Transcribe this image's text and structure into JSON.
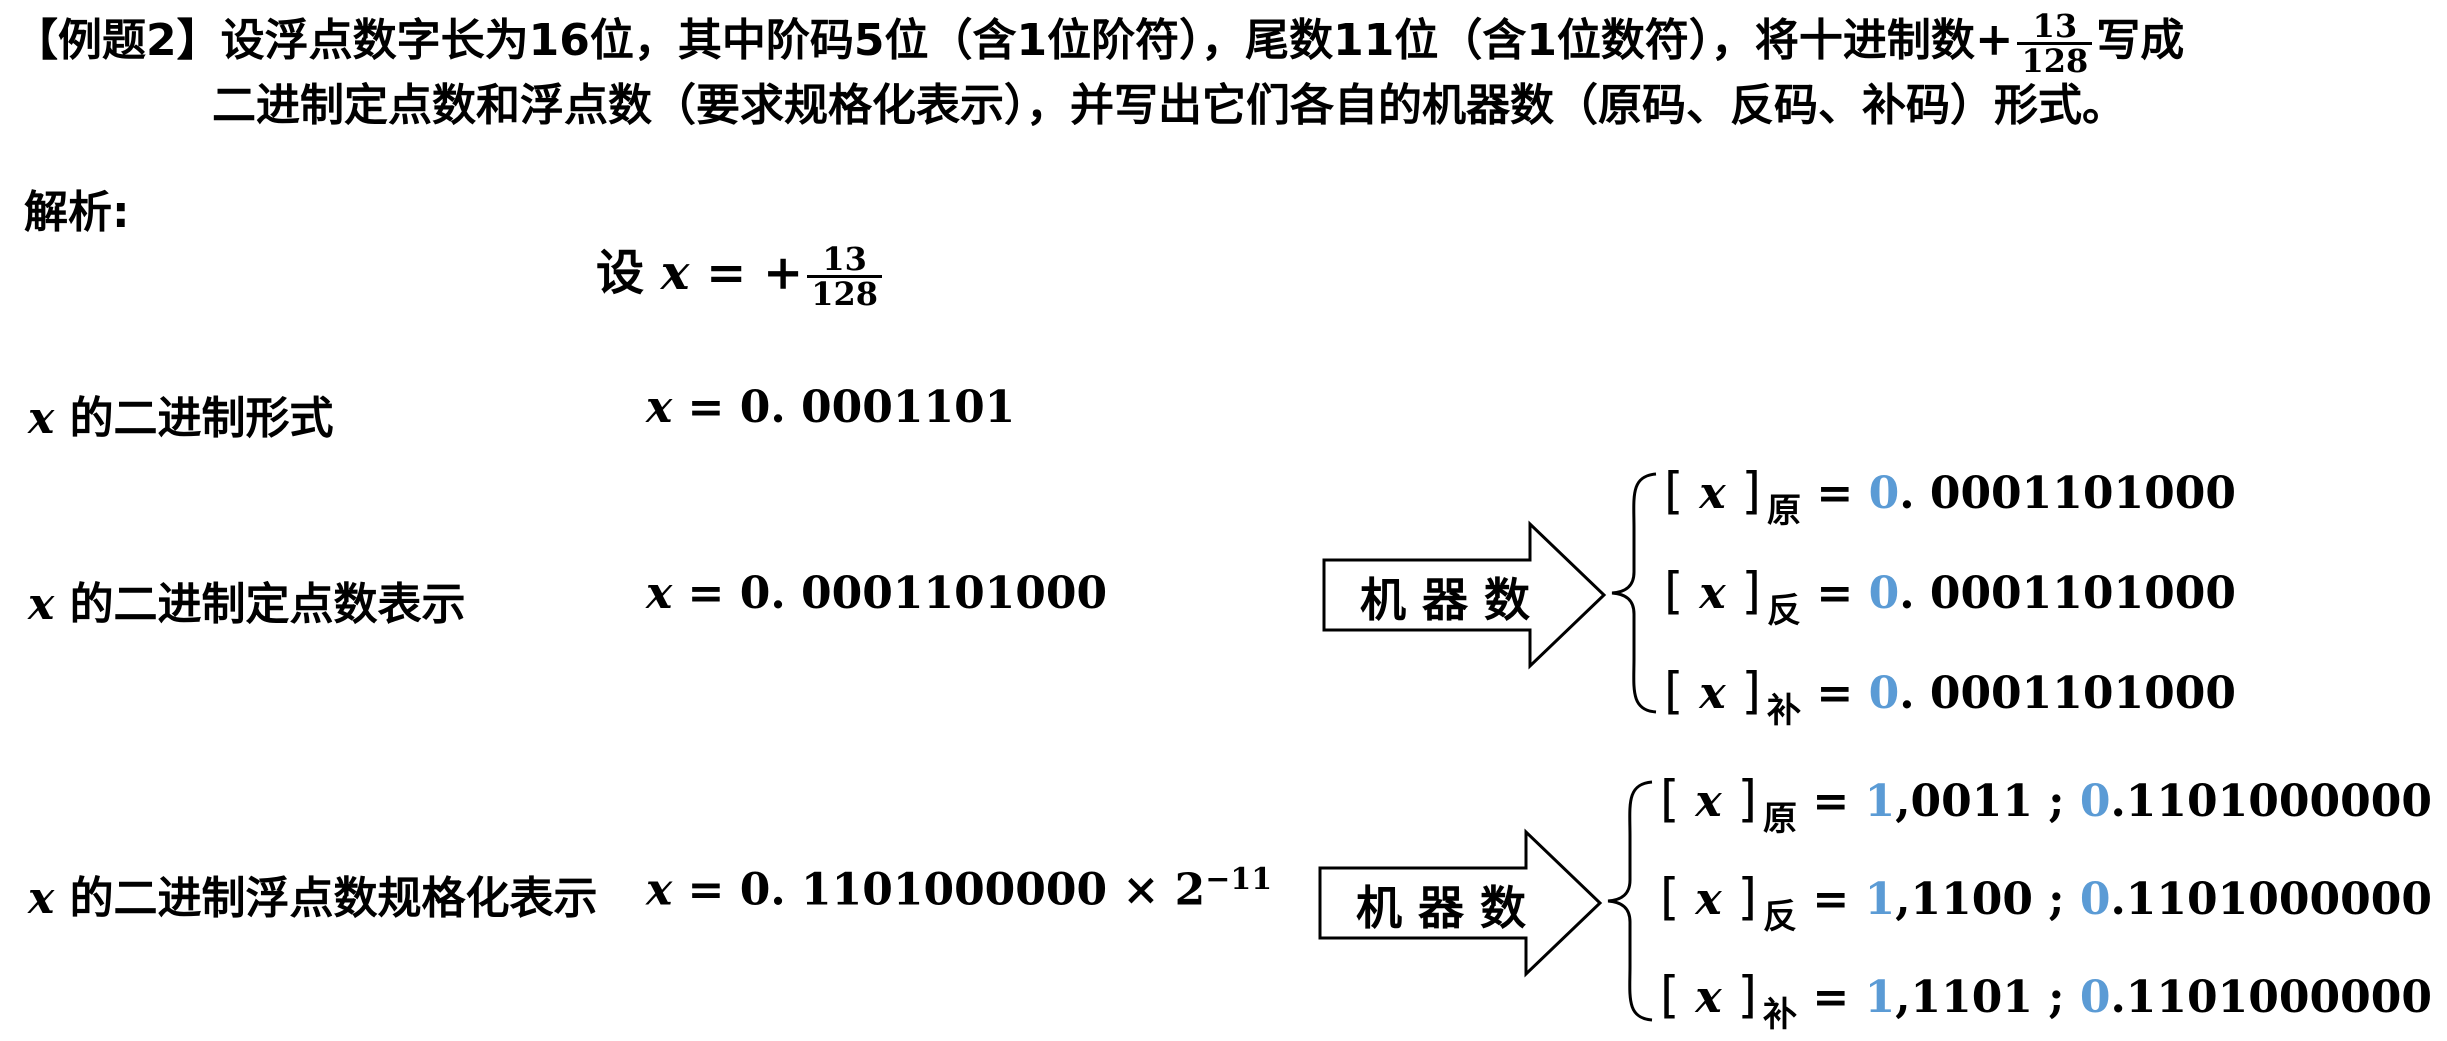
{
  "problem": {
    "label": "【例题2】",
    "line1_before": "设浮点数字长为16位，其中阶码5位（含1位阶符），尾数11位（含1位数符），将十进制数",
    "plus": "+",
    "frac_num": "13",
    "frac_den": "128",
    "line1_after": "写成",
    "line2": "二进制定点数和浮点数（要求规格化表示），并写出它们各自的机器数（原码、反码、补码）形式。"
  },
  "analysis": {
    "label": "解析:",
    "set_prefix": "设",
    "set_var": "x",
    "set_eq": " = +",
    "frac_num": "13",
    "frac_den": "128"
  },
  "rows": {
    "binary": {
      "var": "x",
      "label": "的二进制形式",
      "expr_var": "x",
      "expr": " = 0. 0001101"
    },
    "fixed": {
      "var": "x",
      "label": "的二进制定点数表示",
      "expr_var": "x",
      "expr": " = 0. 0001101000"
    },
    "float": {
      "var": "x",
      "label": "的二进制浮点数规格化表示",
      "expr_var": "x",
      "expr": " = 0. 1101000000 × 2",
      "exponent": "−11"
    }
  },
  "arrow_label": "机 器 数",
  "fixed_codes": [
    {
      "var": "x",
      "sub": "原",
      "eq": " = ",
      "sign": "0",
      "rest": ". 0001101000"
    },
    {
      "var": "x",
      "sub": "反",
      "eq": " = ",
      "sign": "0",
      "rest": ". 0001101000"
    },
    {
      "var": "x",
      "sub": "补",
      "eq": " = ",
      "sign": "0",
      "rest": ". 0001101000"
    }
  ],
  "float_codes": [
    {
      "var": "x",
      "sub": "原",
      "eq": " = ",
      "exp_sign": "1",
      "exp": ",0011 ; ",
      "man_sign": "0",
      "man": ".1101000000"
    },
    {
      "var": "x",
      "sub": "反",
      "eq": " = ",
      "exp_sign": "1",
      "exp": ",1100 ; ",
      "man_sign": "0",
      "man": ".1101000000"
    },
    {
      "var": "x",
      "sub": "补",
      "eq": " = ",
      "exp_sign": "1",
      "exp": ",1101 ; ",
      "man_sign": "0",
      "man": ".1101000000"
    }
  ],
  "colors": {
    "highlight": "#5b9bd5",
    "text": "#000000"
  }
}
